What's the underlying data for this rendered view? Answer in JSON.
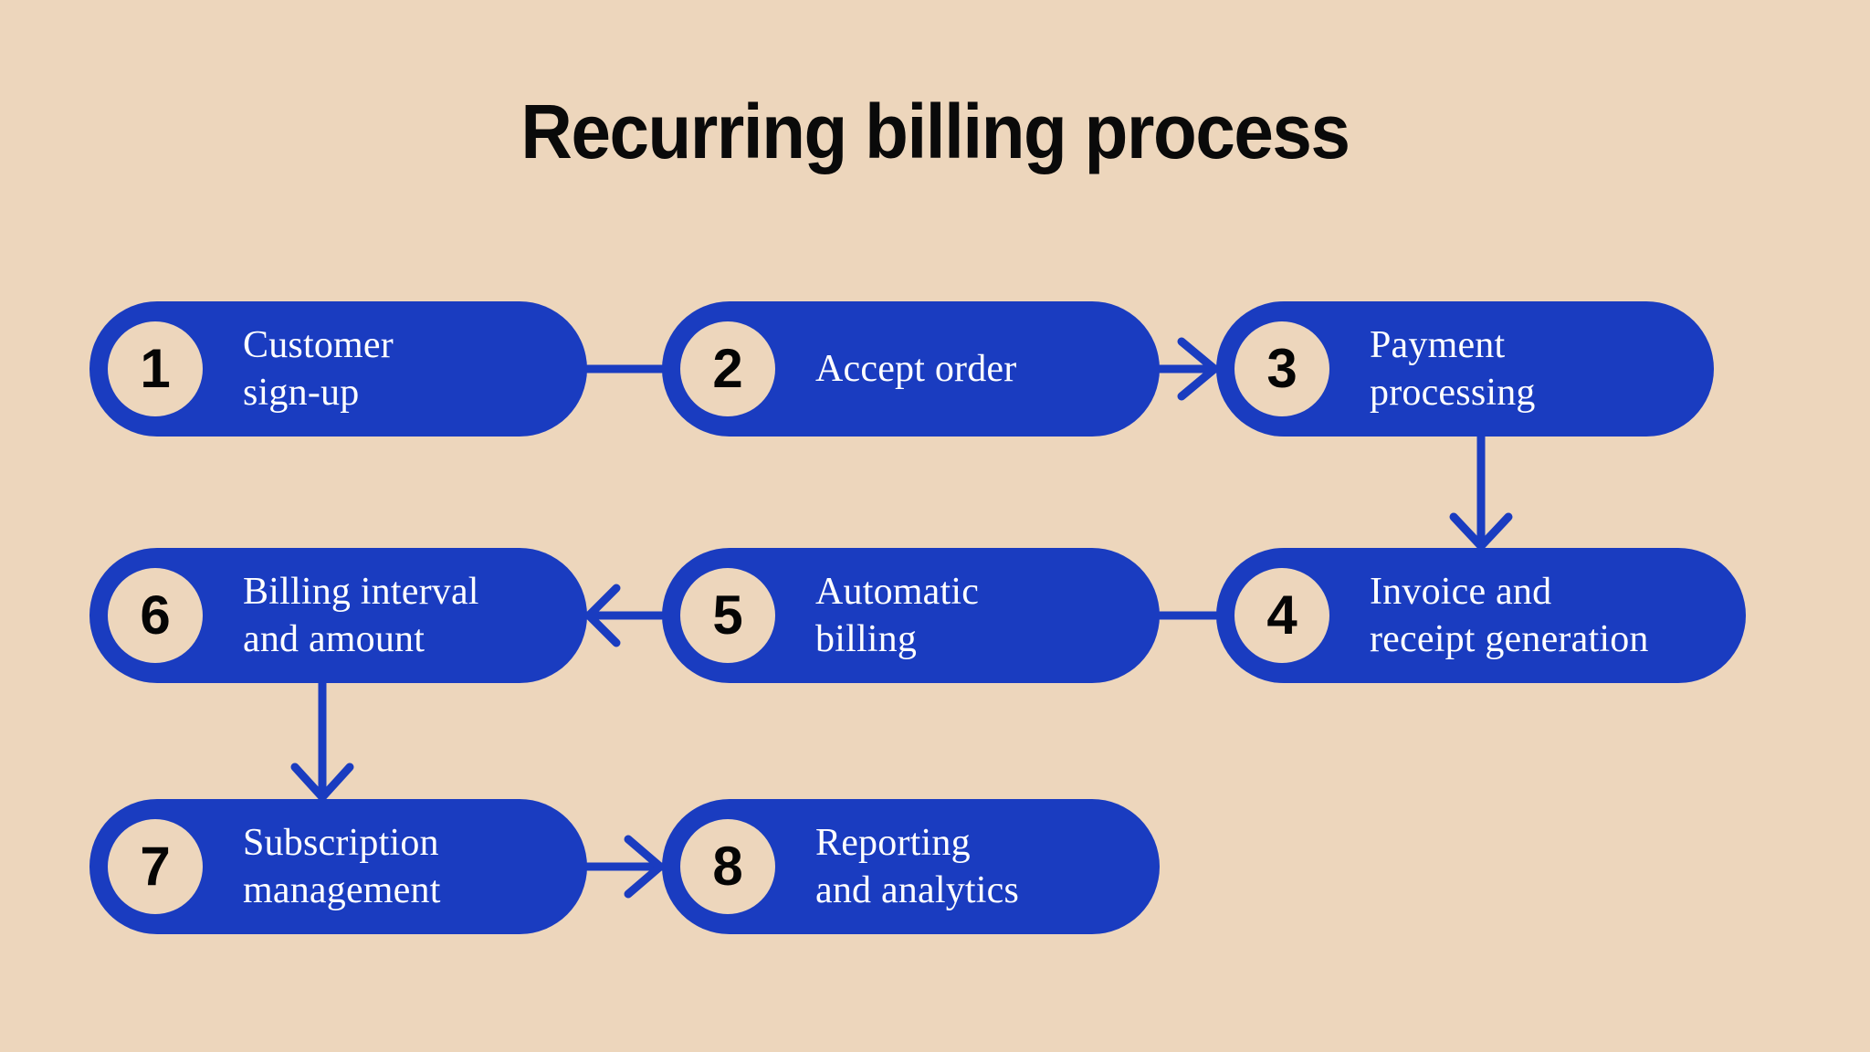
{
  "page": {
    "title": "Recurring billing process",
    "background_color": "#EDD6BC",
    "accent_color": "#1A3CC0",
    "badge_color": "#EDD6BC",
    "label_color": "#FFFFFF",
    "title_color": "#0A0A0A"
  },
  "diagram": {
    "type": "flowchart",
    "nodes": [
      {
        "number": "1",
        "label": "Customer\nsign-up"
      },
      {
        "number": "2",
        "label": "Accept order"
      },
      {
        "number": "3",
        "label": "Payment\nprocessing"
      },
      {
        "number": "4",
        "label": "Invoice and\nreceipt generation"
      },
      {
        "number": "5",
        "label": "Automatic\nbilling"
      },
      {
        "number": "6",
        "label": "Billing interval\nand amount"
      },
      {
        "number": "7",
        "label": "Subscription\nmanagement"
      },
      {
        "number": "8",
        "label": "Reporting\nand analytics"
      }
    ],
    "connectors": [
      {
        "from": "1",
        "to": "2",
        "style": "line",
        "direction": "right"
      },
      {
        "from": "2",
        "to": "3",
        "style": "arrow",
        "direction": "right"
      },
      {
        "from": "3",
        "to": "4",
        "style": "arrow",
        "direction": "down"
      },
      {
        "from": "4",
        "to": "5",
        "style": "line",
        "direction": "left"
      },
      {
        "from": "5",
        "to": "6",
        "style": "arrow",
        "direction": "left"
      },
      {
        "from": "6",
        "to": "7",
        "style": "arrow",
        "direction": "down"
      },
      {
        "from": "7",
        "to": "8",
        "style": "arrow",
        "direction": "right"
      }
    ]
  }
}
